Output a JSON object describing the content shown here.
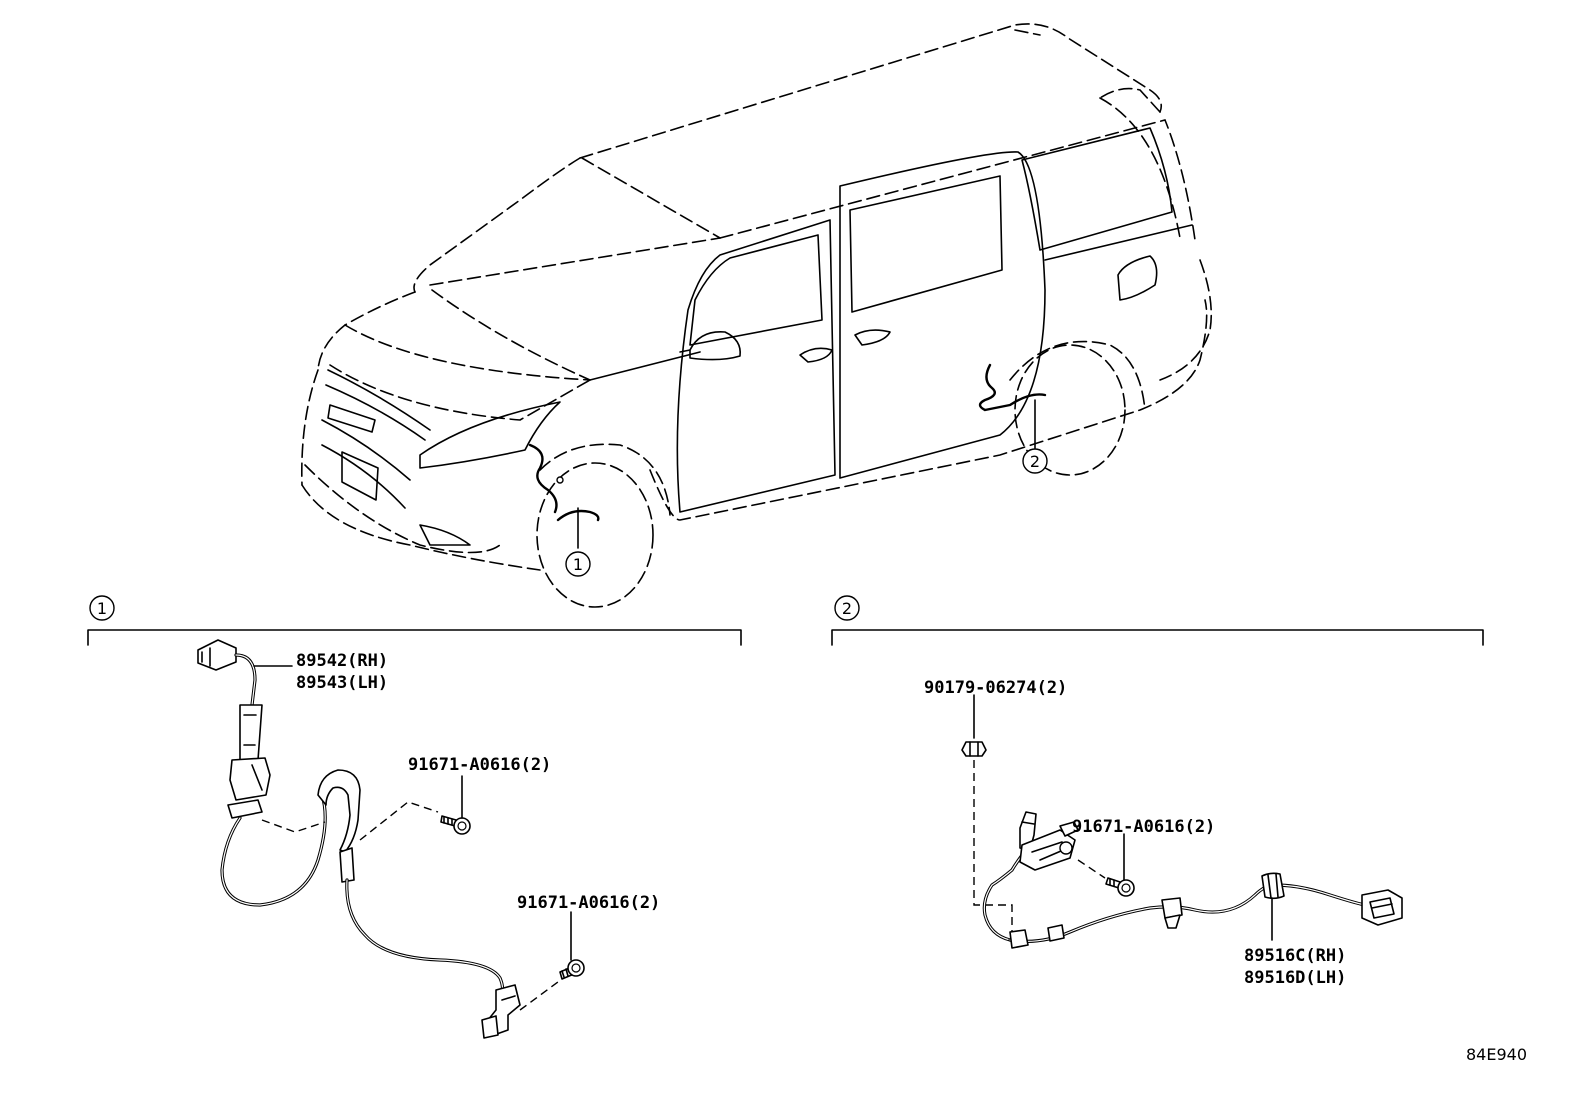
{
  "callouts": {
    "one": "1",
    "two": "2"
  },
  "section_one": {
    "number": "1",
    "parts": [
      {
        "line1": "89542(RH)",
        "line2": "89543(LH)"
      },
      {
        "line1": "91671-A0616(2)"
      },
      {
        "line1": "91671-A0616(2)"
      }
    ]
  },
  "section_two": {
    "number": "2",
    "parts": [
      {
        "line1": "90179-06274(2)"
      },
      {
        "line1": "91671-A0616(2)"
      },
      {
        "line1": "89516C(RH)",
        "line2": "89516D(LH)"
      }
    ]
  },
  "diagram_code": "84E940"
}
